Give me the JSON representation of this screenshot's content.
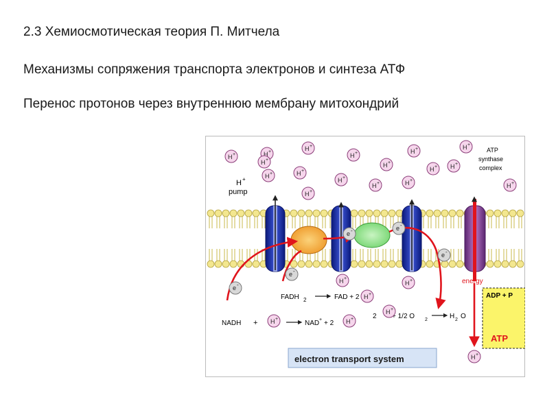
{
  "slide": {
    "title": "2.3 Хемиосмотическая теория П. Митчела",
    "subtitle1": "Механизмы сопряжения транспорта электронов и синтеза АТФ",
    "subtitle2": "Перенос протонов через внутреннюю мембрану митохондрий"
  },
  "figure": {
    "proton_label": "H",
    "proton_charge": "+",
    "pump_label_top": "H",
    "pump_label_plus": "+",
    "pump_label": "pump",
    "atp_complex": [
      "ATP",
      "synthase",
      "complex"
    ],
    "electron_label": "e",
    "electron_charge": "-",
    "fadh": "FADH",
    "fadh_sub": "2",
    "fad": "FAD + 2",
    "nadh": "NADH",
    "plus": "+",
    "nad": "NAD",
    "nad_rest": "+ 2",
    "water_coef": "2",
    "half_o2": "+ 1/2 O",
    "o2_sub": "2",
    "h2o": "H",
    "h2o_sub": "2",
    "h2o_o": "O",
    "energy": "energy",
    "adp_p": "ADP + P",
    "atp": "ATP",
    "ets": "electron transport system",
    "colors": {
      "membrane_head": "#f3e78f",
      "protein_blue": "#1a2ea8",
      "protein_purple": "#7d3a8c",
      "arrow_red": "#e0141c",
      "proton_pink": "#f6d6ec",
      "atp_box": "#fbf46a"
    }
  }
}
